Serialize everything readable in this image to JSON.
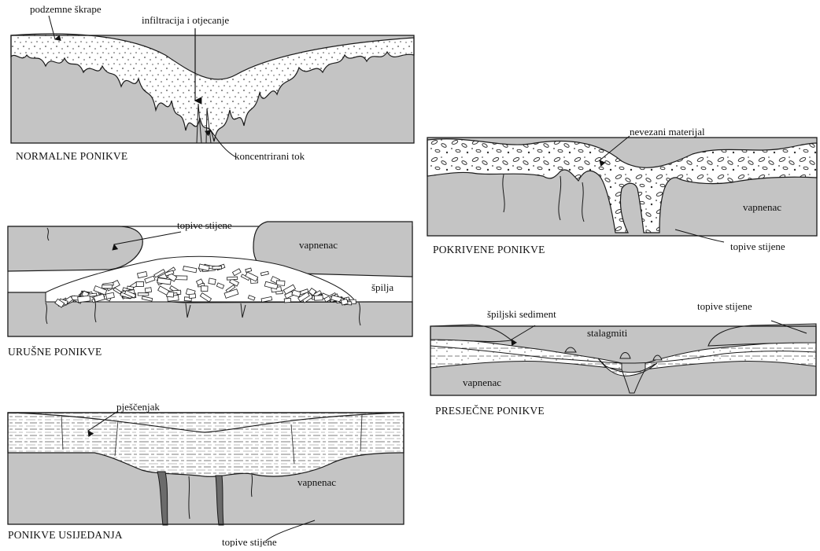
{
  "colors": {
    "rock": "#c4c4c4",
    "outline": "#1a1a1a",
    "paper": "#ffffff",
    "dark_pipe": "#6b6b6b"
  },
  "panels": {
    "normalne": {
      "caption": "NORMALNE PONIKVE",
      "labels": {
        "skrape": "podzemne škrape",
        "infiltracija": "infiltracija i otjecanje",
        "tok": "koncentrirani tok"
      }
    },
    "urusne": {
      "caption": "URUŠNE PONIKVE",
      "labels": {
        "topive": "topive stijene",
        "vapnenac": "vapnenac",
        "spilja": "špilja"
      }
    },
    "usijedanja": {
      "caption": "PONIKVE USIJEDANJA",
      "labels": {
        "pjescenjak": "pješčenjak",
        "vapnenac": "vapnenac",
        "topive": "topive stijene"
      }
    },
    "pokrivene": {
      "caption": "POKRIVENE PONIKVE",
      "labels": {
        "nevezani": "nevezani materijal",
        "vapnenac": "vapnenac",
        "topive": "topive stijene"
      }
    },
    "presjecne": {
      "caption": "PRESJEČNE PONIKVE",
      "labels": {
        "sediment": "špiljski sediment",
        "stalagmiti": "stalagmiti",
        "topive": "topive stijene",
        "vapnenac": "vapnenac"
      }
    }
  }
}
